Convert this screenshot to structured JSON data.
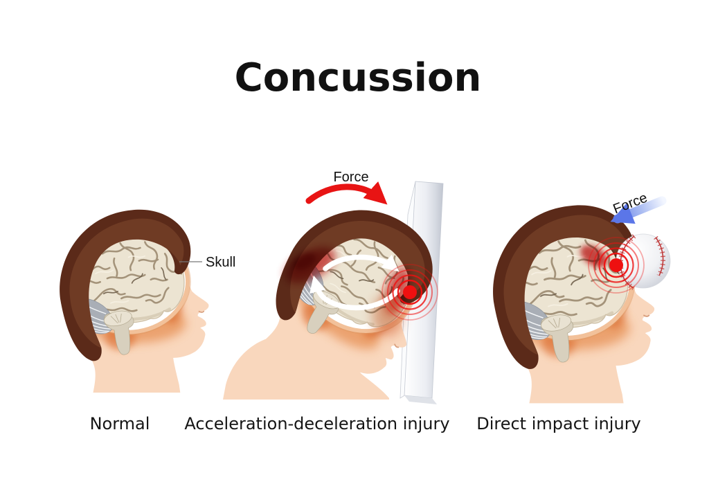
{
  "title": "Concussion",
  "panels": [
    {
      "caption": "Normal",
      "label": "Skull"
    },
    {
      "caption": "Acceleration-deceleration injury",
      "force_label": "Force"
    },
    {
      "caption": "Direct impact injury",
      "force_label": "Force"
    }
  ],
  "colors": {
    "hair_dark": "#5b2a19",
    "hair_light": "#6f3b24",
    "skin": "#f9d7bd",
    "skull_ring": "#f2c19a",
    "brain": "#ece4d2",
    "gyri": "#a4937a",
    "cerebellum": "#a9aeb6",
    "brainstem": "#d8d0be",
    "glow_orange": "#e0762f",
    "bruise_red": "#c92020",
    "force_arrow_red": "#e81414",
    "force_arrow_blue": "#5b76e8",
    "impact_red": "#ee1010",
    "wall_edge": "#c3c8d2",
    "text": "#111111"
  }
}
